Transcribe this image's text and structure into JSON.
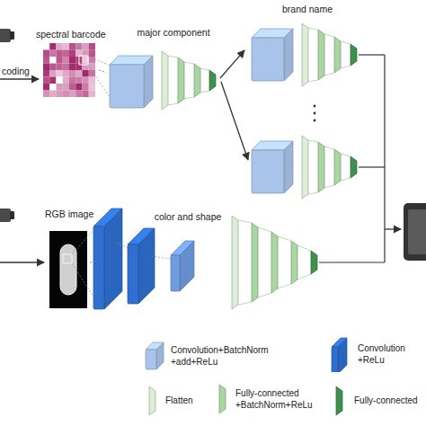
{
  "diagram": {
    "nodes": [
      {
        "text": [
          "spectral barcode"
        ]
      },
      {
        "text": [
          "major component"
        ]
      },
      {
        "text": [
          "brand name"
        ]
      },
      {
        "text": [
          "RGB image"
        ]
      },
      {
        "text": [
          "color and shape"
        ]
      }
    ],
    "edges": [
      {
        "from": 0,
        "to": 1,
        "arrow": "none"
      },
      {
        "from": 1,
        "to": 2,
        "arrow": "to"
      },
      {
        "from": 3,
        "to": 4,
        "arrow": "none"
      }
    ],
    "labels": [
      "coding"
    ],
    "legend": [
      {
        "text": "Convolution+BatchNorm +add+ReLu",
        "color": "#a9c4ea"
      },
      {
        "text": "Convolution +ReLu",
        "color": "#2f6fd0"
      },
      {
        "text": "Flatten",
        "color": "#dcefd6"
      },
      {
        "text": "Fully-connected +BatchNorm+ReLu",
        "color": "#a9d6a2"
      },
      {
        "text": "Fully-connected",
        "color": "#3f8f4e"
      }
    ]
  }
}
